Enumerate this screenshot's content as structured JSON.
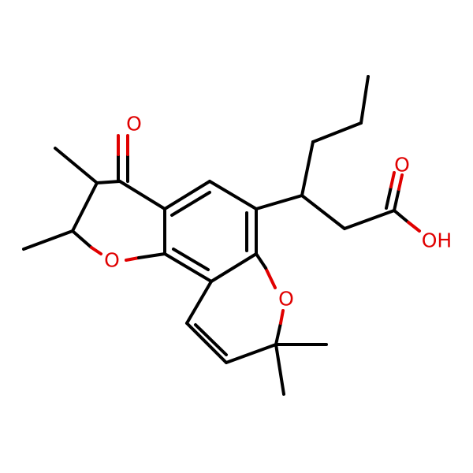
{
  "molecule": {
    "colors": {
      "bond": "#000000",
      "oxygen": "#e00000",
      "background": "#ffffff"
    },
    "atom_labels": {
      "ketone_o": "O",
      "ring_o_left": "O",
      "ring_o_right": "O",
      "acid_o_double": "O",
      "acid_oh": "OH"
    }
  }
}
